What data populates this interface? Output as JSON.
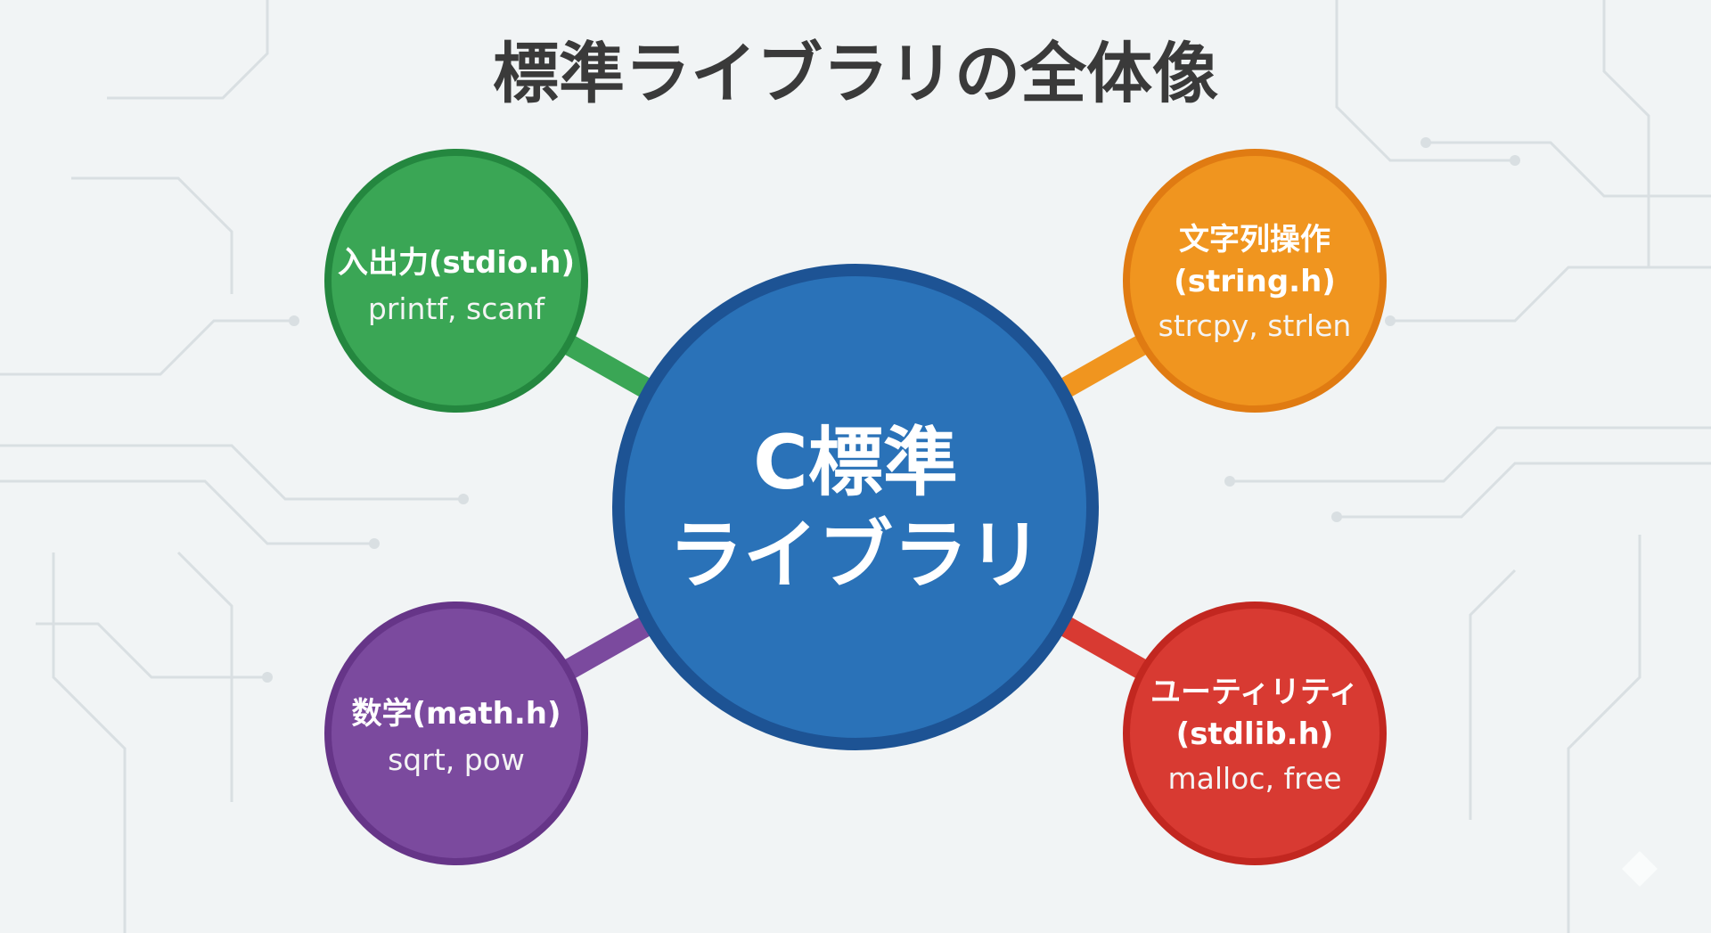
{
  "title": "標準ライブラリの全体像",
  "center": {
    "line1": "C標準",
    "line2": "ライブラリ",
    "color": "#2a72b8"
  },
  "nodes": {
    "stdio": {
      "label": "入出力(stdio.h)",
      "functions": "printf, scanf",
      "color": "#3aa655"
    },
    "string": {
      "label1": "文字列操作",
      "label2": "(string.h)",
      "functions": "strcpy, strlen",
      "color": "#f0951f"
    },
    "math": {
      "label": "数学(math.h)",
      "functions": "sqrt, pow",
      "color": "#7b4a9e"
    },
    "stdlib": {
      "label1": "ユーティリティ",
      "label2": "(stdlib.h)",
      "functions": "malloc, free",
      "color": "#d83a32"
    }
  }
}
